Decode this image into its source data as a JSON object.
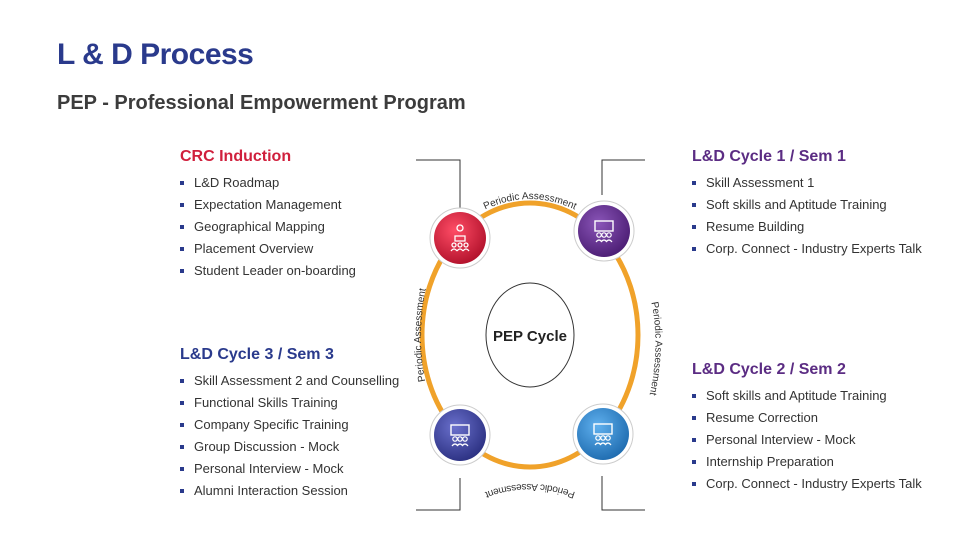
{
  "header": {
    "title": "L & D Process",
    "subtitle": "PEP - Professional Empowerment Program"
  },
  "colors": {
    "title": "#2a3a8c",
    "crc": "#d01f3c",
    "cycle1": "#5b2c83",
    "cycle2": "#5b2c83",
    "cycle3": "#2a3a8c",
    "ring": "#f0a22a",
    "node_red": "#d8203a",
    "node_purple": "#5e2a8a",
    "node_navy": "#3a3f9a",
    "node_blue": "#2b82c9"
  },
  "center": {
    "label": "PEP Cycle"
  },
  "arcs": {
    "top": "Periodic Assessment",
    "right": "Periodic Assessment",
    "bottom": "Periodic Assessment",
    "left": "Periodic Assessment"
  },
  "nodes": [
    {
      "id": "crc",
      "icon": "presenter-icon"
    },
    {
      "id": "cycle1",
      "icon": "group-meeting-icon"
    },
    {
      "id": "cycle2",
      "icon": "group-meeting-icon"
    },
    {
      "id": "cycle3",
      "icon": "group-meeting-icon"
    }
  ],
  "blocks": {
    "crc": {
      "heading": "CRC Induction",
      "items": [
        "L&D Roadmap",
        "Expectation Management",
        "Geographical Mapping",
        "Placement Overview",
        "Student Leader on-boarding"
      ]
    },
    "cycle1": {
      "heading": "L&D Cycle 1 / Sem 1",
      "items": [
        "Skill Assessment 1",
        "Soft skills and Aptitude Training",
        "Resume Building",
        "Corp. Connect - Industry Experts Talk"
      ]
    },
    "cycle2": {
      "heading": "L&D Cycle 2 / Sem 2",
      "items": [
        "Soft skills and Aptitude Training",
        "Resume Correction",
        "Personal Interview - Mock",
        "Internship Preparation",
        "Corp. Connect - Industry Experts Talk"
      ]
    },
    "cycle3": {
      "heading": "L&D Cycle 3 / Sem 3",
      "items": [
        "Skill Assessment 2 and Counselling",
        "Functional Skills Training",
        "Company Specific Training",
        "Group Discussion - Mock",
        "Personal Interview - Mock",
        "Alumni Interaction Session"
      ]
    }
  }
}
